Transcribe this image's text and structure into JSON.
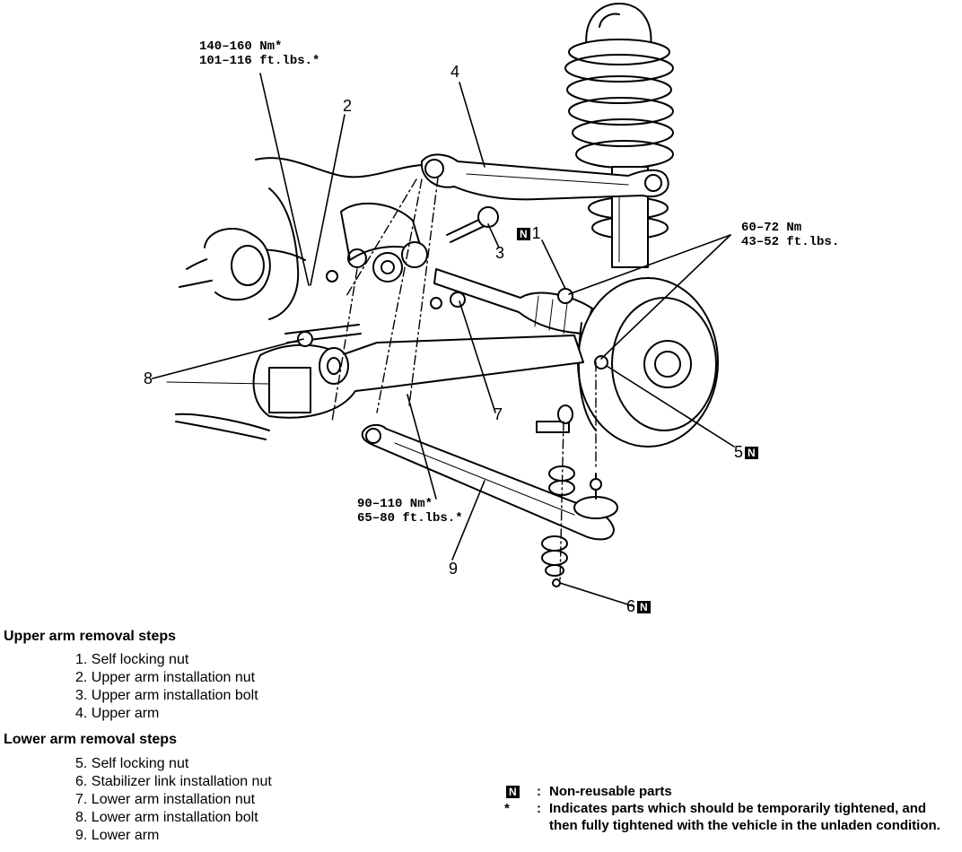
{
  "diagram": {
    "torque_specs": {
      "upper_arm_nut": {
        "nm": "140–160 Nm*",
        "ftlbs": "101–116 ft.lbs.*"
      },
      "self_locking_nut": {
        "nm": "60–72 Nm",
        "ftlbs": "43–52 ft.lbs."
      },
      "lower_arm_nut": {
        "nm": "90–110 Nm*",
        "ftlbs": "65–80 ft.lbs.*"
      }
    },
    "callouts": [
      "1",
      "2",
      "3",
      "4",
      "5",
      "6",
      "7",
      "8",
      "9"
    ],
    "non_reusable_marker": "N"
  },
  "upper_arm": {
    "heading": "Upper arm removal steps",
    "steps": [
      "1. Self locking nut",
      "2. Upper arm installation nut",
      "3. Upper arm installation bolt",
      "4. Upper arm"
    ]
  },
  "lower_arm": {
    "heading": "Lower arm removal steps",
    "steps": [
      "5. Self locking nut",
      "6. Stabilizer link installation nut",
      "7. Lower arm installation nut",
      "8. Lower arm installation bolt",
      "9. Lower arm"
    ]
  },
  "legend": {
    "non_reusable_marker": "N",
    "non_reusable_text": "Non-reusable parts",
    "temp_marker": "*",
    "temp_text": "Indicates parts which should be temporarily tightened, and then fully tightened with the vehicle in the unladen condition."
  }
}
